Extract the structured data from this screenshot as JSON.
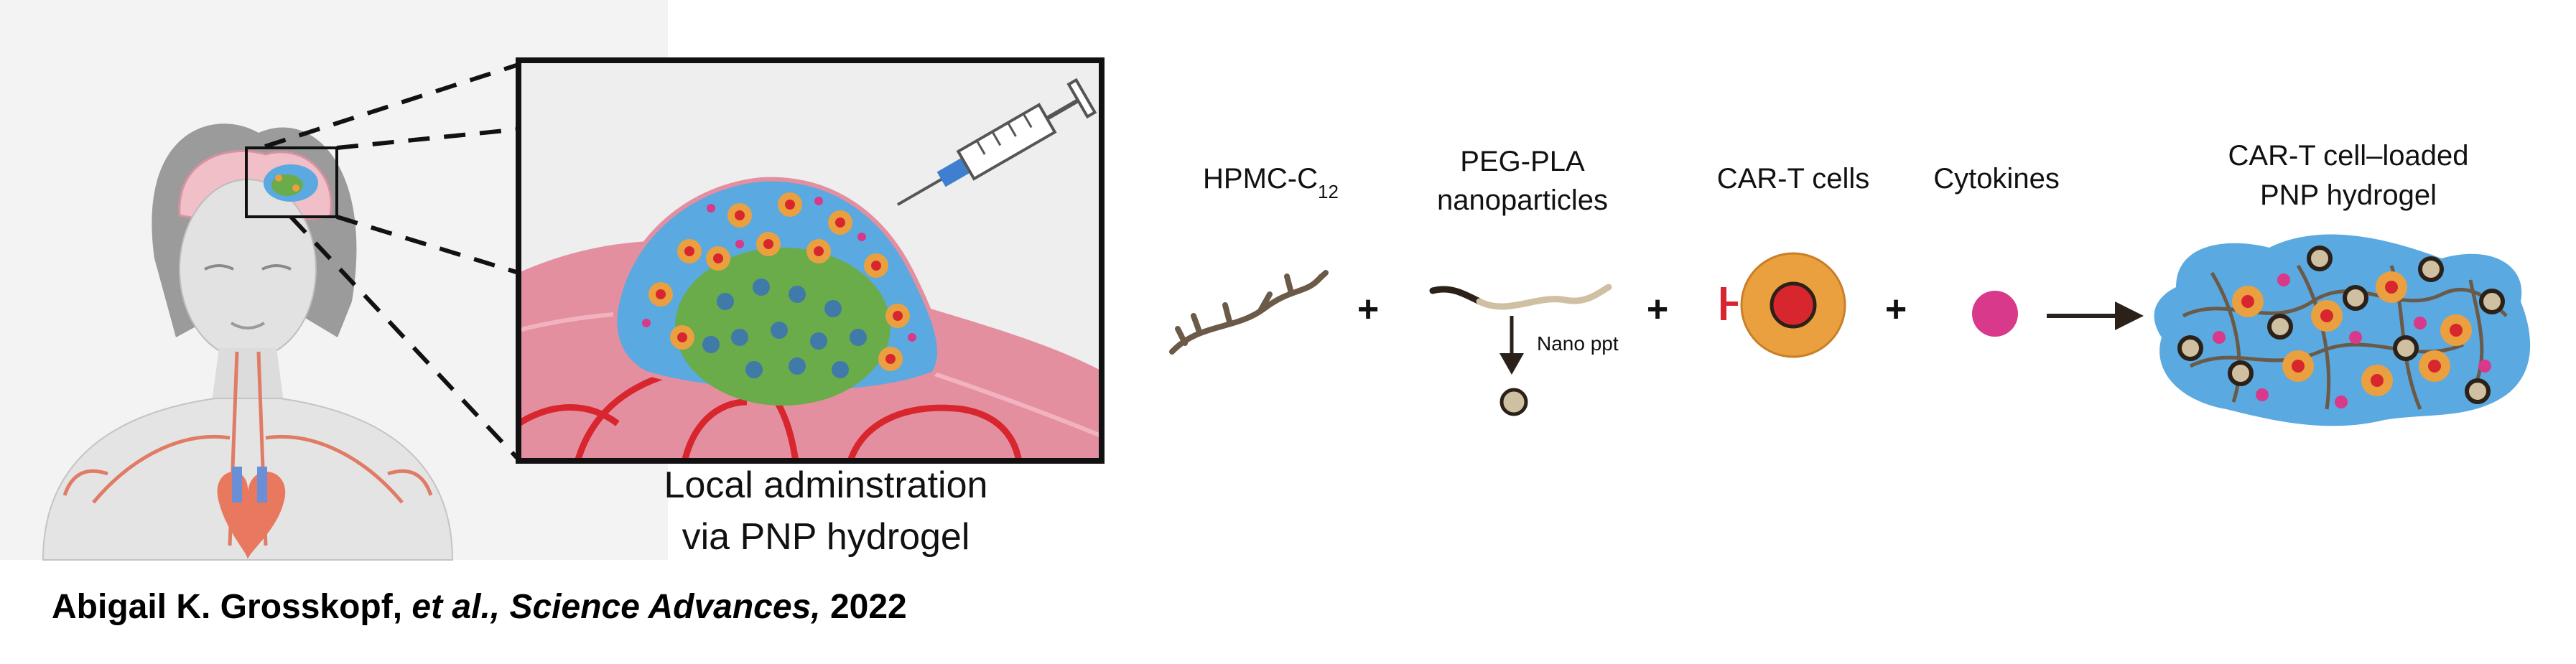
{
  "caption": {
    "title_line1": "Local adminstration",
    "title_line2": "via PNP hydrogel"
  },
  "components": {
    "hpmc": {
      "label": "HPMC-C",
      "subscript": "12"
    },
    "pegpla": {
      "line1": "PEG-PLA",
      "line2": "nanoparticles",
      "nano_label": "Nano ppt"
    },
    "cart": {
      "label": "CAR-T cells"
    },
    "cytokines": {
      "label": "Cytokines"
    },
    "result": {
      "line1": "CAR-T cell–loaded",
      "line2": "PNP hydrogel"
    }
  },
  "operators": {
    "plus": "+"
  },
  "citation": {
    "author": "Abigail K. Grosskopf, ",
    "etal": "et al., ",
    "journal": "Science Advances, ",
    "year": "2022"
  },
  "colors": {
    "hydrogel_blue": "#5aa9e0",
    "tissue_pink": "#e48fa0",
    "vessel_red": "#d8262f",
    "car_t_orange": "#eba03f",
    "cytokine_magenta": "#d8398a",
    "tumor_green": "#6aab4a",
    "polymer_brown": "#6b5a48"
  }
}
